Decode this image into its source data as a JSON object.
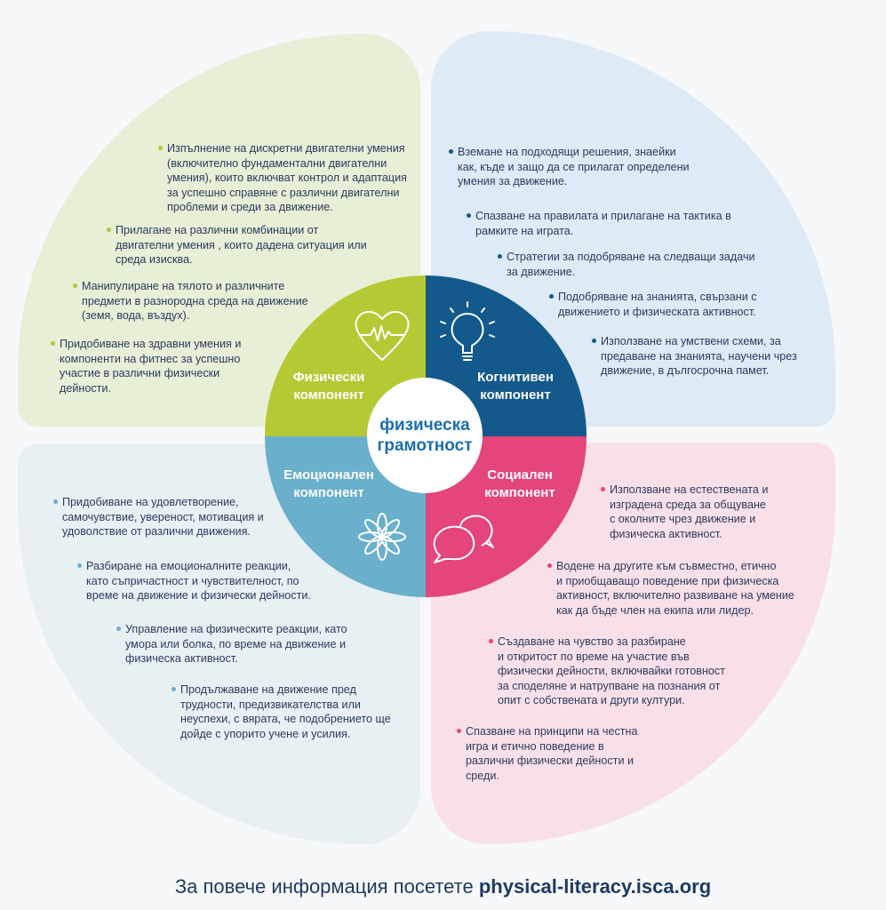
{
  "center": {
    "line1": "физическа",
    "line2": "грамотност"
  },
  "components": {
    "physical": {
      "line1": "Физически",
      "line2": "компонент",
      "color": "#b5c934",
      "icon": "heart-pulse-icon",
      "items": [
        "Изпълнение на дискретни двигателни умения\n(включително фундаментални двигателни\nумения), които включват контрол и адаптация\nза успешно справяне с различни двигателни\nпроблеми и среди за движение.",
        "Прилагане на различни комбинации от\nдвигателни умения , които дадена ситуация или\nсреда изисква.",
        "Манипулиране на тялото и различните\nпредмети в разнородна среда на движение\n(земя, вода, въздух).",
        "Придобиване на здравни умения и\nкомпоненти на фитнес за  успешно\nучастие в различни физически\nдейности."
      ]
    },
    "cognitive": {
      "line1": "Когнитивен",
      "line2": "компонент",
      "color": "#13598b",
      "icon": "lightbulb-icon",
      "items": [
        "Вземане на подходящи решения, знаейки\nкак, къде и защо да се прилагат определени\nумения за движение.",
        "Спазване на правилата и прилагане на тактика в\nрамките на играта.",
        "Стратегии за подобряване на следващи задачи\nза движение.",
        "Подобряване на знанията, свързани с\nдвижението и физическата активност.",
        "Използване на умствени схеми, за\nпредаване на знанията, научени чрез\nдвижение, в дългосрочна памет."
      ]
    },
    "emotional": {
      "line1": "Емоционален",
      "line2": "компонент",
      "color": "#6aafcb",
      "icon": "flower-icon",
      "items": [
        "Придобиване на удовлетворение,\nсамочувствие, увереност, мотивация и\nудоволствие от различни движения.",
        "Разбиране на емоционалните реакции,\nкато съпричастност и чувствителност, по\nвреме на движение и физически дейности.",
        "Управление на физическите реакции, като\nумора или болка, по време на движение и\nфизическа активност.",
        "Продължаване на движение пред\nтрудности, предизвикателства или\nнеуспехи, с вярата, че подобрението ще\nдойде с упорито учене и усилия."
      ]
    },
    "social": {
      "line1": "Социален",
      "line2": "компонент",
      "color": "#e4457a",
      "icon": "chat-bubbles-icon",
      "items": [
        "Използване на естествената и\nизградена среда за общуване\nс околните  чрез движение и\nфизическа активност.",
        "Водене на другите към съвместно, етично\nи приобщаващо поведение при физическа\nактивност, включително развиване на умение\nкак да бъде член на екипа или лидер.",
        "Създаване  на чувство за разбиране\nи откритост по време на участие във\nфизически дейности, включвайки готовност\nза споделяне и натрупване на познания  от\nопит с собствената и други култури.",
        "Спазване на принципи на честна\nигра и етично поведение в\nразлични физически дейности и\nсреди."
      ]
    }
  },
  "footer": {
    "prefix": "За повече информация посетете ",
    "link": "physical-literacy.isca.org"
  }
}
